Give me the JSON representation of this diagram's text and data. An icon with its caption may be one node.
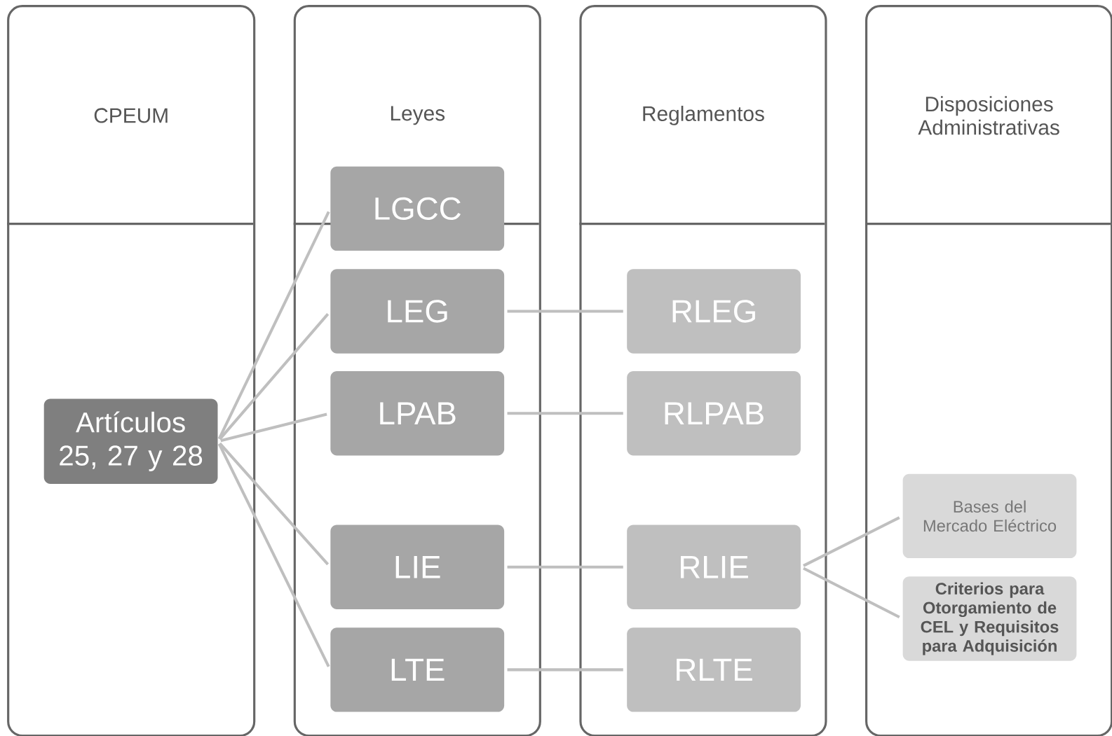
{
  "diagram": {
    "nodes": [
      {
        "text": [
          "CPEUM"
        ]
      },
      {
        "text": [
          "Leyes"
        ]
      },
      {
        "text": [
          "Reglamentos"
        ]
      },
      {
        "text": [
          "Disposiciones Administrativas"
        ]
      },
      {
        "text": [
          "Artículos 25, 27 y 28"
        ],
        "in": 0
      },
      {
        "text": [
          "LGCC"
        ],
        "in": 1
      },
      {
        "text": [
          "LEG"
        ],
        "in": 1
      },
      {
        "text": [
          "LPAB"
        ],
        "in": 1
      },
      {
        "text": [
          "LIE"
        ],
        "in": 1
      },
      {
        "text": [
          "LTE"
        ],
        "in": 1
      },
      {
        "text": [
          "RLEG"
        ],
        "in": 2
      },
      {
        "text": [
          "RLPAB"
        ],
        "in": 2
      },
      {
        "text": [
          "RLIE"
        ],
        "in": 2
      },
      {
        "text": [
          "RLTE"
        ],
        "in": 2
      },
      {
        "text": [
          "Bases del Mercado Eléctrico"
        ],
        "in": 3
      },
      {
        "text": [
          "Criterios para Otorgamiento de CEL y Requisitos para Adquisición"
        ],
        "in": 3
      }
    ],
    "edges": [
      {
        "from": 4,
        "to": 5,
        "arrow": "none"
      },
      {
        "from": 4,
        "to": 6,
        "arrow": "none"
      },
      {
        "from": 4,
        "to": 7,
        "arrow": "none"
      },
      {
        "from": 4,
        "to": 8,
        "arrow": "none"
      },
      {
        "from": 4,
        "to": 9,
        "arrow": "none"
      },
      {
        "from": 6,
        "to": 10,
        "arrow": "none"
      },
      {
        "from": 7,
        "to": 11,
        "arrow": "none"
      },
      {
        "from": 8,
        "to": 12,
        "arrow": "none"
      },
      {
        "from": 9,
        "to": 13,
        "arrow": "none"
      },
      {
        "from": 12,
        "to": 14,
        "arrow": "none"
      },
      {
        "from": 12,
        "to": 15,
        "arrow": "none"
      }
    ]
  }
}
